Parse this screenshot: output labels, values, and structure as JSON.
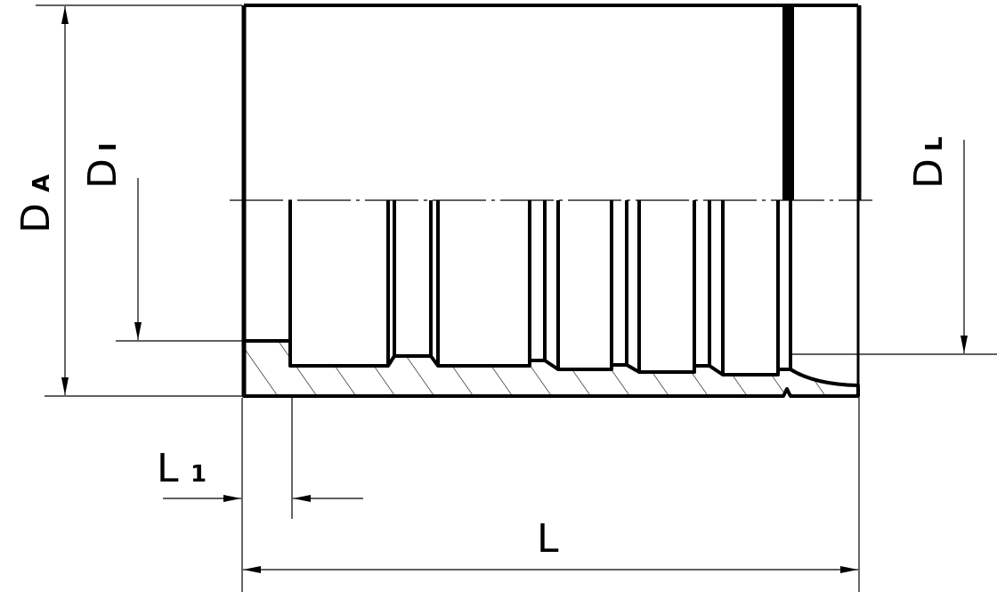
{
  "drawing": {
    "labels": {
      "outer_diameter": {
        "main": "D",
        "sub": "A"
      },
      "inner_diameter": {
        "main": "D",
        "sub": "I"
      },
      "bore_diameter": {
        "main": "D",
        "sub": "L"
      },
      "insert_length": {
        "main": "L",
        "sub": "1"
      },
      "total_length": {
        "main": "L"
      }
    },
    "colors": {
      "line": "#000000",
      "background": "#ffffff"
    }
  }
}
